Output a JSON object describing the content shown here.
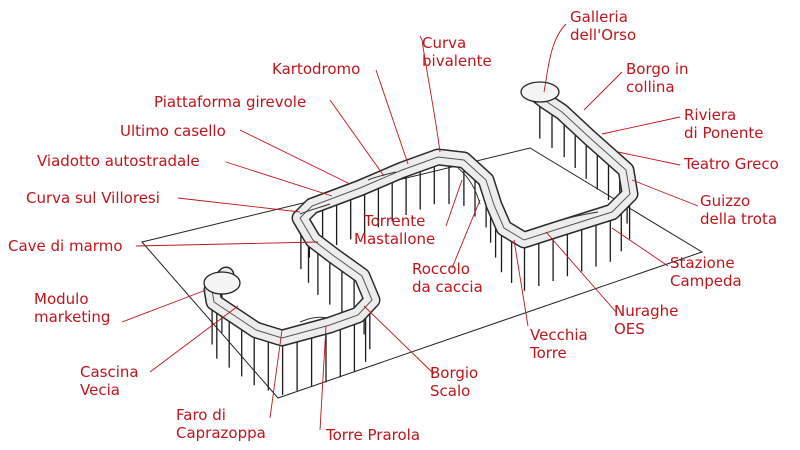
{
  "labels": {
    "galleria": [
      "Galleria",
      "dell'Orso"
    ],
    "borgo_collina": [
      "Borgo in",
      "collina"
    ],
    "riviera": [
      "Riviera",
      "di Ponente"
    ],
    "teatro": "Teatro Greco",
    "guizzo": [
      "Guizzo",
      "della trota"
    ],
    "stazione": [
      "Stazione",
      "Campeda"
    ],
    "nuraghe": [
      "Nuraghe",
      "OES"
    ],
    "vecchia_torre": [
      "Vecchia",
      "Torre"
    ],
    "roccolo": [
      "Roccolo",
      "da caccia"
    ],
    "torrente": [
      "Torrente",
      "Mastallone"
    ],
    "curva_bivalente": [
      "Curva",
      "bivalente"
    ],
    "kartodromo": "Kartodromo",
    "piattaforma": "Piattaforma girevole",
    "ultimo_casello": "Ultimo casello",
    "viadotto": "Viadotto autostradale",
    "curva_villoresi": "Curva sul Villoresi",
    "cave": "Cave di marmo",
    "modulo": [
      "Modulo",
      "marketing"
    ],
    "cascina": [
      "Cascina",
      "Vecia"
    ],
    "faro": [
      "Faro di",
      "Caprazoppa"
    ],
    "torre_prarola": "Torre Prarola",
    "borgio": [
      "Borgio",
      "Scalo"
    ]
  },
  "colors": {
    "label": "#c0141a",
    "lines": "#222222",
    "background": "#ffffff"
  }
}
